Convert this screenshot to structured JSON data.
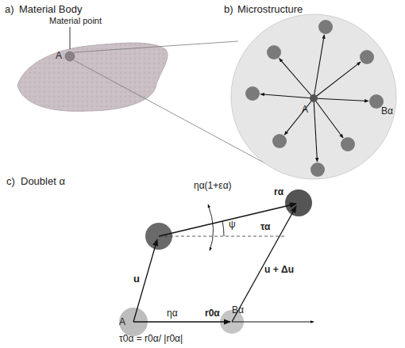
{
  "diagram": {
    "labels": [
      "a)",
      "Material Body",
      "Material point",
      "A",
      "b)",
      "Microstructure",
      "A",
      "Bα",
      "c)",
      "Doublet α",
      "ηα(1+εα)",
      "rα",
      "τα",
      "ψ",
      "u",
      "u + Δu",
      "ηα",
      "r0α",
      "A",
      "Bα",
      "τ0α = r0α/ |r0α|"
    ]
  }
}
